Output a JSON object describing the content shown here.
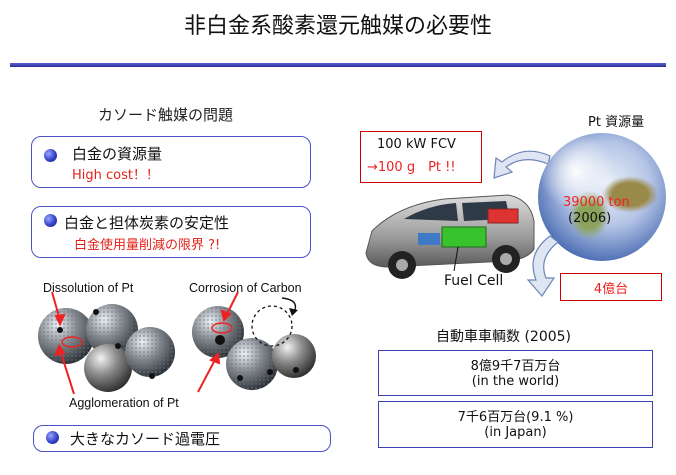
{
  "title": "非白金系酸素還元触媒の必要性",
  "problems": {
    "heading": "カソード触媒の問題",
    "items": [
      {
        "label": "白金の資源量",
        "sub": "High cost！！"
      },
      {
        "label": "白金と担体炭素の安定性",
        "sub": "白金使用量削減の限界 ?!"
      },
      {
        "label": "大きなカソード過電圧"
      }
    ]
  },
  "diagram": {
    "dissolution": "Dissolution of Pt",
    "corrosion": "Corrosion of Carbon",
    "agglomeration": "Agglomeration of Pt"
  },
  "fcv": {
    "line1": "100 kW FCV",
    "line2": "→100 g　Pt !!",
    "fuel_cell": "Fuel Cell"
  },
  "pt_resource": {
    "label": "Pt 資源量",
    "amount": "39000 ton",
    "year": "(2006)"
  },
  "vehicles": {
    "count_callout": "4億台",
    "heading": "自動車車輌数 (2005)",
    "world_value": "8億9千7百万台",
    "world_label": "(in the world)",
    "japan_value": "7千6百万台(9.1 %)",
    "japan_label": "(in Japan)"
  },
  "colors": {
    "accent": "#3a3fb8",
    "alert": "#e4221b"
  }
}
